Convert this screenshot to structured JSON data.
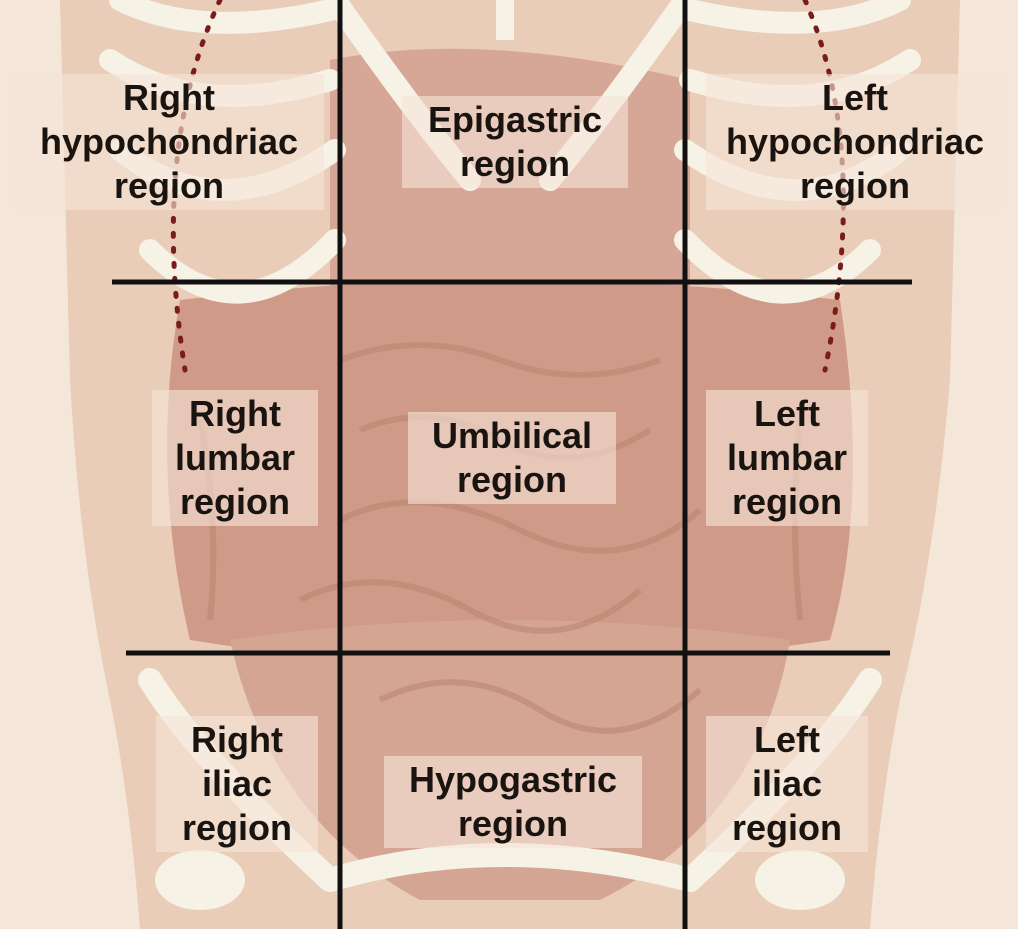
{
  "regions": {
    "right_hypochondriac": [
      "Right",
      "hypochondriac",
      "region"
    ],
    "epigastric": [
      "Epigastric",
      "region"
    ],
    "left_hypochondriac": [
      "Left",
      "hypochondriac",
      "region"
    ],
    "right_lumbar": [
      "Right",
      "lumbar",
      "region"
    ],
    "umbilical": [
      "Umbilical",
      "region"
    ],
    "left_lumbar": [
      "Left",
      "lumbar",
      "region"
    ],
    "right_iliac": [
      "Right",
      "iliac",
      "region"
    ],
    "hypogastric": [
      "Hypogastric",
      "region"
    ],
    "left_iliac": [
      "Left",
      "iliac",
      "region"
    ]
  },
  "colors": {
    "skin": "#e9cdb8",
    "organ": "#cf9a87",
    "bone": "#f6f2e6",
    "grid_line": "#111111",
    "text": "#1a1410"
  }
}
